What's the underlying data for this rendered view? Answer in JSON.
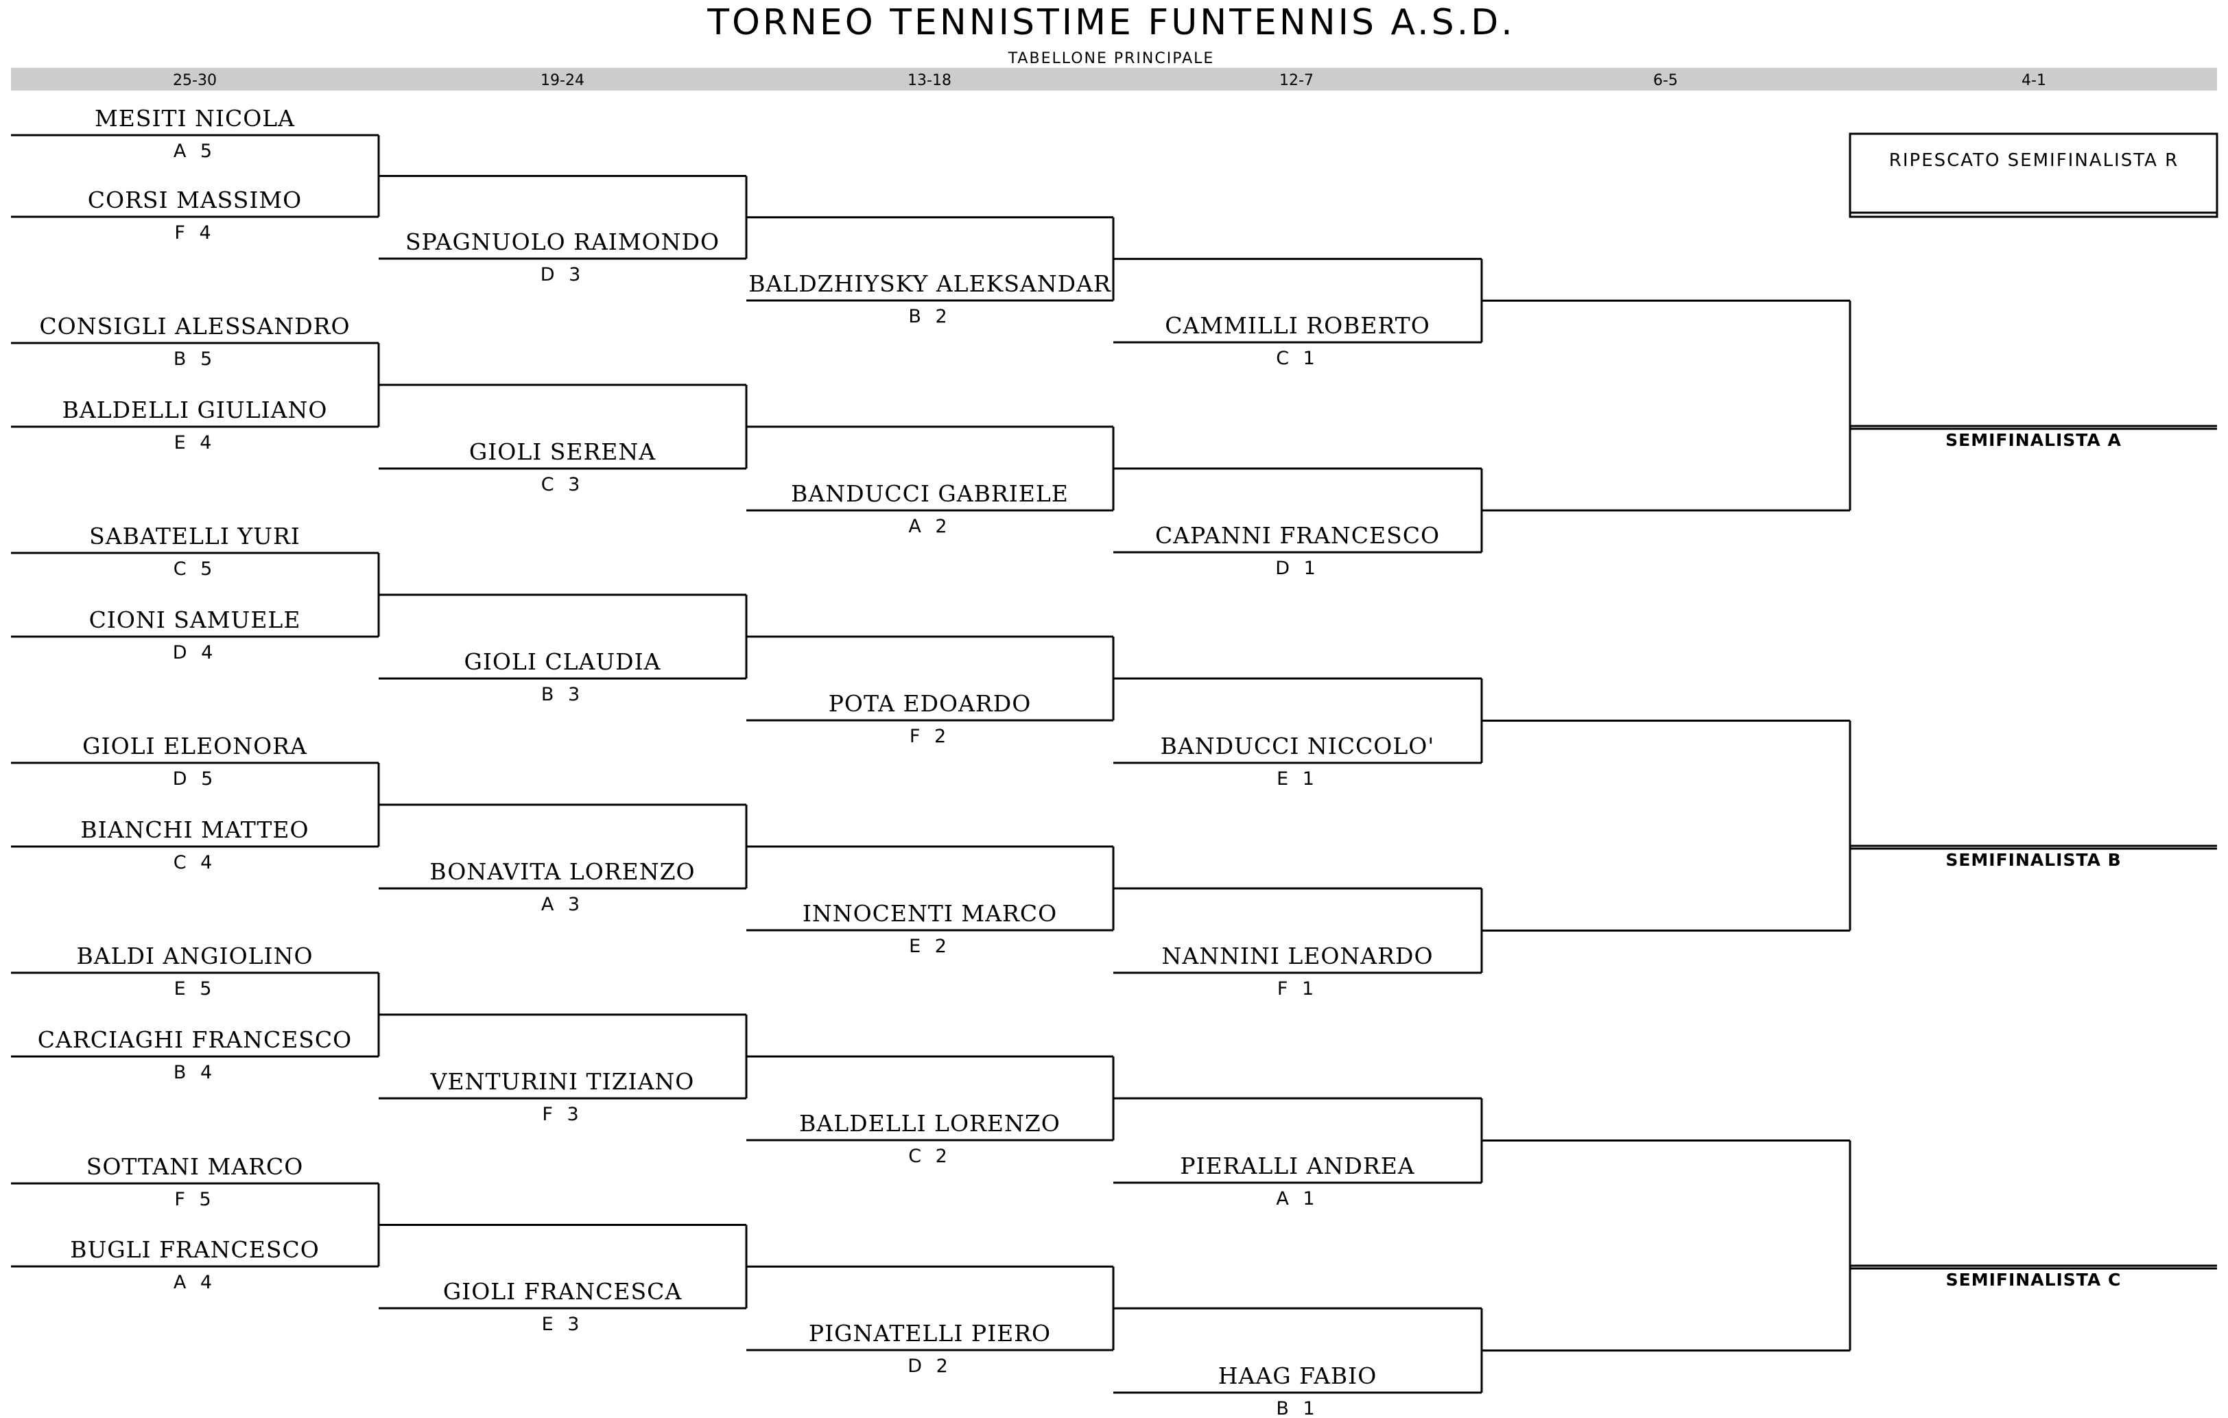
{
  "title": "TORNEO TENNISTIME FUNTENNIS A.S.D.",
  "subtitle": "TABELLONE PRINCIPALE",
  "rounds": [
    "25-30",
    "19-24",
    "13-18",
    "12-7",
    "6-5",
    "4-1"
  ],
  "round1": [
    {
      "name": "MESITI NICOLA",
      "code": "A 5"
    },
    {
      "name": "CORSI MASSIMO",
      "code": "F 4"
    },
    {
      "name": "CONSIGLI ALESSANDRO",
      "code": "B 5"
    },
    {
      "name": "BALDELLI GIULIANO",
      "code": "E 4"
    },
    {
      "name": "SABATELLI YURI",
      "code": "C 5"
    },
    {
      "name": "CIONI SAMUELE",
      "code": "D 4"
    },
    {
      "name": "GIOLI ELEONORA",
      "code": "D 5"
    },
    {
      "name": "BIANCHI MATTEO",
      "code": "C 4"
    },
    {
      "name": "BALDI ANGIOLINO",
      "code": "E 5"
    },
    {
      "name": "CARCIAGHI FRANCESCO",
      "code": "B 4"
    },
    {
      "name": "SOTTANI MARCO",
      "code": "F 5"
    },
    {
      "name": "BUGLI FRANCESCO",
      "code": "A 4"
    }
  ],
  "round2": [
    {
      "name": "SPAGNUOLO RAIMONDO",
      "code": "D 3"
    },
    {
      "name": "GIOLI SERENA",
      "code": "C 3"
    },
    {
      "name": "GIOLI CLAUDIA",
      "code": "B 3"
    },
    {
      "name": "BONAVITA LORENZO",
      "code": "A 3"
    },
    {
      "name": "VENTURINI TIZIANO",
      "code": "F 3"
    },
    {
      "name": "GIOLI FRANCESCA",
      "code": "E 3"
    }
  ],
  "round3": [
    {
      "name": "BALDZHIYSKY ALEKSANDAR",
      "code": "B 2"
    },
    {
      "name": "BANDUCCI GABRIELE",
      "code": "A 2"
    },
    {
      "name": "POTA EDOARDO",
      "code": "F 2"
    },
    {
      "name": "INNOCENTI MARCO",
      "code": "E 2"
    },
    {
      "name": "BALDELLI LORENZO",
      "code": "C 2"
    },
    {
      "name": "PIGNATELLI PIERO",
      "code": "D 2"
    }
  ],
  "round4": [
    {
      "name": "CAMMILLI ROBERTO",
      "code": "C 1"
    },
    {
      "name": "CAPANNI FRANCESCO",
      "code": "D 1"
    },
    {
      "name": "BANDUCCI NICCOLO'",
      "code": "E 1"
    },
    {
      "name": "NANNINI LEONARDO",
      "code": "F 1"
    },
    {
      "name": "PIERALLI ANDREA",
      "code": "A 1"
    },
    {
      "name": "HAAG FABIO",
      "code": "B 1"
    }
  ],
  "semifinals": [
    "SEMIFINALISTA A",
    "SEMIFINALISTA B",
    "SEMIFINALISTA C"
  ],
  "ripescato": "RIPESCATO SEMIFINALISTA R"
}
